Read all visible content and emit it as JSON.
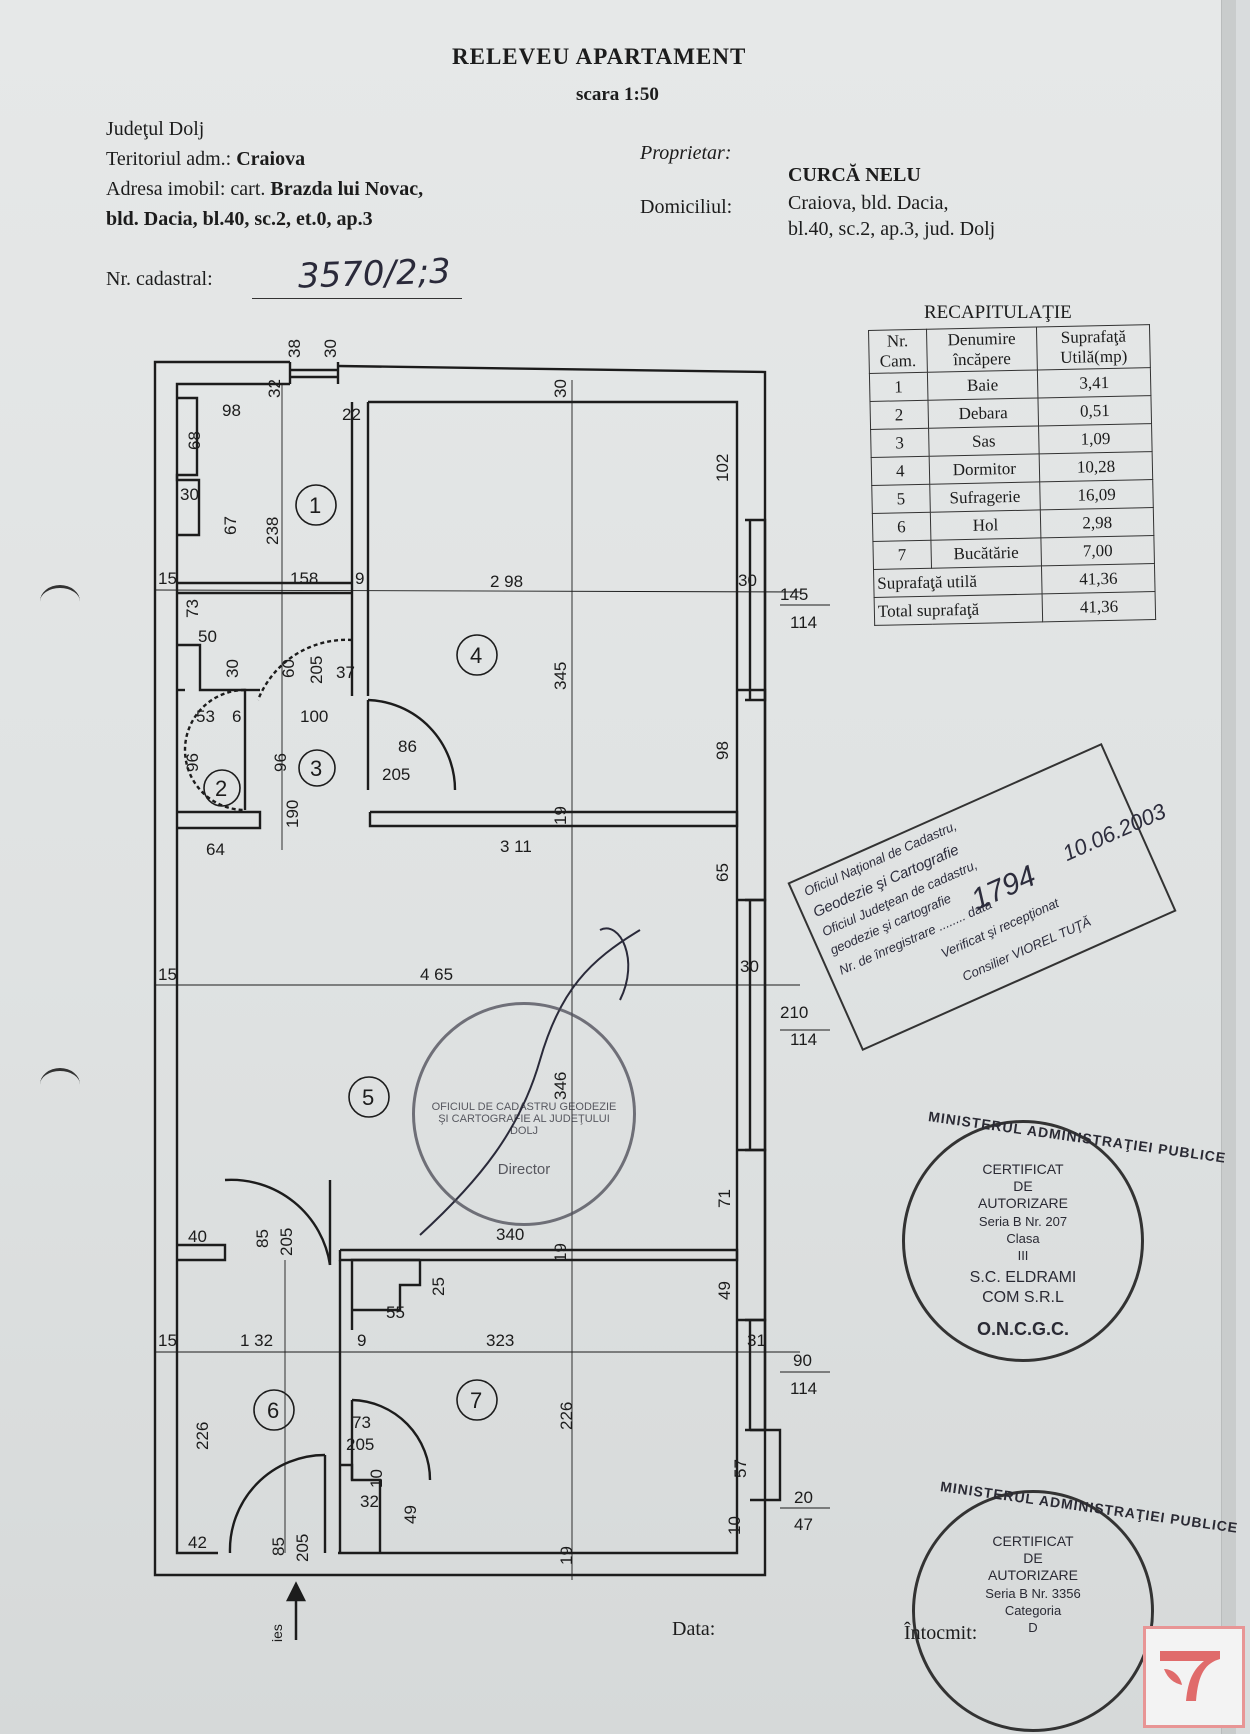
{
  "header": {
    "title": "RELEVEU APARTAMENT",
    "scale": "scara 1:50"
  },
  "address": {
    "judet": "Judeţul Dolj",
    "teritoriu_label": "Teritoriul adm.:",
    "teritoriu_value": "Craiova",
    "adresa_label": "Adresa imobil: cart.",
    "adresa_value": "Brazda lui Novac,",
    "bloc_line": "bld. Dacia, bl.40, sc.2, et.0, ap.3",
    "cadastral_label": "Nr. cadastral:",
    "cadastral_value": "3570/2;3"
  },
  "owner": {
    "proprietar_label": "Proprietar:",
    "name": "CURCĂ NELU",
    "domiciliu_label": "Domiciliul:",
    "domiciliu_line1": "Craiova, bld. Dacia,",
    "domiciliu_line2": "bl.40, sc.2, ap.3, jud. Dolj"
  },
  "recap": {
    "title": "RECAPITULAŢIE",
    "headers": [
      "Nr. Cam.",
      "Denumire încăpere",
      "Suprafaţă Utilă(mp)"
    ],
    "rows": [
      {
        "nr": "1",
        "name": "Baie",
        "area": "3,41"
      },
      {
        "nr": "2",
        "name": "Debara",
        "area": "0,51"
      },
      {
        "nr": "3",
        "name": "Sas",
        "area": "1,09"
      },
      {
        "nr": "4",
        "name": "Dormitor",
        "area": "10,28"
      },
      {
        "nr": "5",
        "name": "Sufragerie",
        "area": "16,09"
      },
      {
        "nr": "6",
        "name": "Hol",
        "area": "2,98"
      },
      {
        "nr": "7",
        "name": "Bucătărie",
        "area": "7,00"
      }
    ],
    "util_label": "Suprafaţă utilă",
    "util_value": "41,36",
    "total_label": "Total suprafaţă",
    "total_value": "41,36"
  },
  "plan": {
    "rooms": [
      "1",
      "2",
      "3",
      "4",
      "5",
      "6",
      "7"
    ],
    "dims": [
      "38",
      "30",
      "32",
      "22",
      "98",
      "68",
      "30",
      "67",
      "238",
      "30",
      "102",
      "15",
      "158",
      "9",
      "2 98",
      "30",
      "145",
      "114",
      "73",
      "50",
      "345",
      "30",
      "60",
      "205",
      "37",
      "53",
      "6",
      "100",
      "86",
      "205",
      "96",
      "96",
      "98",
      "190",
      "19",
      "64",
      "3 11",
      "65",
      "15",
      "4 65",
      "30",
      "210",
      "114",
      "346",
      "40",
      "85",
      "205",
      "340",
      "19",
      "71",
      "25",
      "49",
      "55",
      "15",
      "1 32",
      "9",
      "323",
      "31",
      "90",
      "114",
      "226",
      "73",
      "205",
      "226",
      "57",
      "10",
      "32",
      "49",
      "20",
      "47",
      "42",
      "85",
      "205",
      "19",
      "10"
    ]
  },
  "footer": {
    "data_label": "Data:",
    "intocmit_label": "Întocmit:"
  },
  "stamps": {
    "rect_lines": [
      "Oficiul Naţional de Cadastru,",
      "Geodezie şi Cartografie",
      "Oficiul Judeţean de cadastru,",
      "geodezie şi cartografie",
      "Nr. de înregistrare ........ data",
      "Verificat şi recepţionat",
      "Consilier VIOREL TUŢĂ"
    ],
    "rect_hand_number": "1794",
    "rect_hand_date": "10.06.2003",
    "center_ring": "OFICIUL DE CADASTRU GEODEZIE ŞI CARTOGRAFIE AL JUDEŢULUI DOLJ",
    "center_text": "Director",
    "cert1": {
      "ring_top": "MINISTERUL ADMINISTRAŢIEI PUBLICE",
      "ring_bottom": "O.N.C.G.C.",
      "lines": [
        "CERTIFICAT",
        "DE",
        "AUTORIZARE",
        "Seria B Nr. 207",
        "Clasa",
        "III",
        "S.C. ELDRAMI",
        "COM S.R.L"
      ]
    },
    "cert2": {
      "ring_top": "MINISTERUL ADMINISTRAŢIEI PUBLICE",
      "lines": [
        "CERTIFICAT",
        "DE",
        "AUTORIZARE",
        "Seria B Nr. 3356",
        "Categoria",
        "D"
      ]
    }
  },
  "entry_marker": "ies",
  "colors": {
    "paper": "#e2e5e5",
    "ink": "#1c1c1c",
    "logo_red": "#e06b6b"
  }
}
